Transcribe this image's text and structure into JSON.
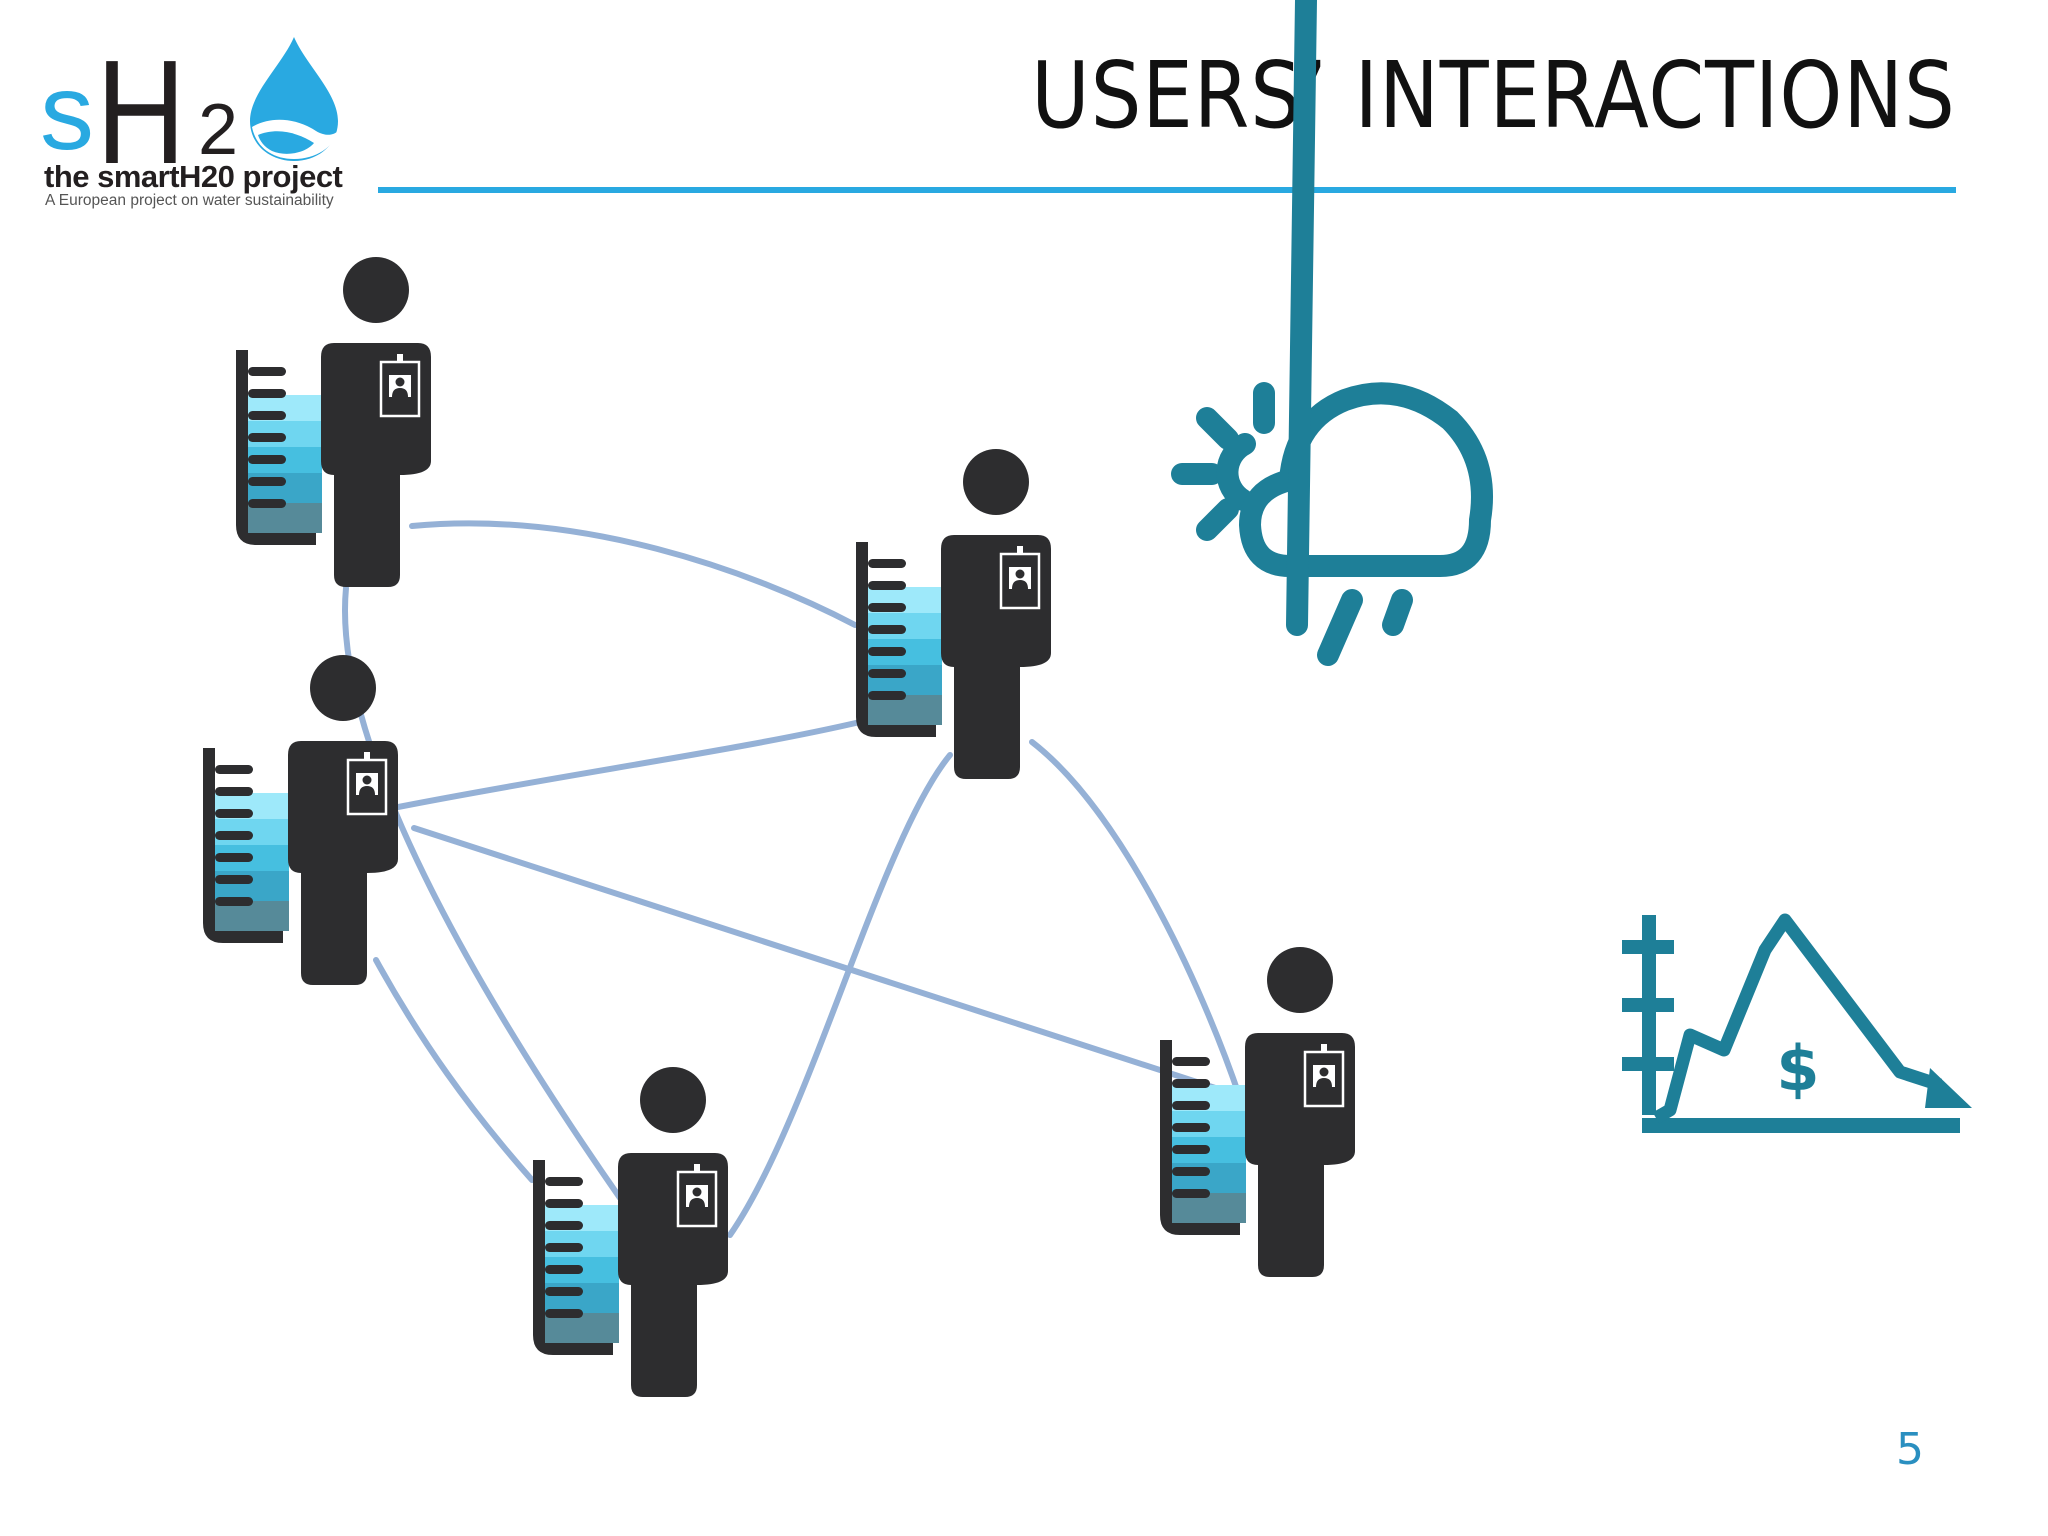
{
  "logo": {
    "letter_s": "s",
    "letter_h": "H",
    "subscript": "2",
    "name": "the smartH20 project",
    "tagline": "A European project on water sustainability",
    "colors": {
      "blue": "#29a9e1",
      "dark": "#231f20"
    }
  },
  "slide": {
    "title": "USERS’ INTERACTIONS",
    "page_number": "5",
    "rule_color": "#29a9e1"
  },
  "diagram": {
    "user_icon": "person-with-badge-and-water-meter-icon",
    "users": [
      "user-top-left",
      "user-middle-left",
      "user-center",
      "user-bottom",
      "user-right"
    ],
    "connections": [
      [
        "user-top-left",
        "user-center"
      ],
      [
        "user-top-left",
        "user-bottom"
      ],
      [
        "user-middle-left",
        "user-center"
      ],
      [
        "user-middle-left",
        "user-right"
      ],
      [
        "user-middle-left",
        "user-bottom"
      ],
      [
        "user-center",
        "user-bottom"
      ],
      [
        "user-center",
        "user-right"
      ]
    ],
    "weather_icon": "sun-cloud-rain-icon",
    "price_chart_icon": "price-chart-icon",
    "price_symbol": "$",
    "colors": {
      "person": "#2d2d2f",
      "link": "#95b1d6",
      "icon_teal": "#1e7f98",
      "water_levels": [
        "#9ee9fa",
        "#6fd6f0",
        "#46bfe0",
        "#3aa6c8",
        "#568a99"
      ]
    }
  }
}
